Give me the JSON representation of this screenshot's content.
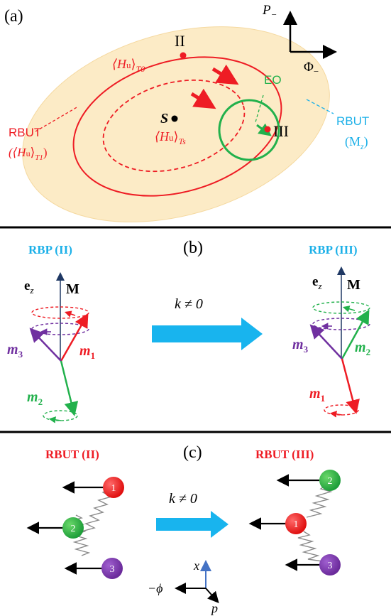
{
  "colors": {
    "ellipse_fill": "#FCEBC6",
    "red": "#EE1C24",
    "green": "#22B14C",
    "blue_label": "#1CB0E8",
    "purple": "#7030A0",
    "navy": "#1F3864",
    "arrow_cyan": "#18B4EE",
    "black": "#000000"
  },
  "panel_a": {
    "label": "(a)",
    "axis_y": "P",
    "axis_y_sub": "−",
    "axis_x": "Φ",
    "axis_x_sub": "−",
    "point_II": "II",
    "point_III": "III",
    "point_S": "S",
    "Hu_T0": "⟨H",
    "Hu_T0_u": "u",
    "Hu_T0_close": "⟩",
    "Hu_T0_sub": "T0",
    "Hu_Ts": "⟨H",
    "Hu_Ts_u": "u",
    "Hu_Ts_close": "⟩",
    "Hu_Ts_sub": "Ts",
    "EO": "EO",
    "rbut_left_line1": "RBUT",
    "rbut_left_line2a": "(⟨H",
    "rbut_left_line2u": "u",
    "rbut_left_line2b": "⟩",
    "rbut_left_line2sub": "T1",
    "rbut_left_line2c": ")",
    "rbut_right_line1": "RBUT",
    "rbut_right_line2a": "(M",
    "rbut_right_line2sub": "z",
    "rbut_right_line2c": ")"
  },
  "panel_b": {
    "label": "(b)",
    "left_title": "RBP (II)",
    "right_title": "RBP (III)",
    "ez": "e",
    "ez_sub": "z",
    "M": "M",
    "m": "m",
    "sub1": "1",
    "sub2": "2",
    "sub3": "3",
    "arrow_label": "k ≠ 0"
  },
  "panel_c": {
    "label": "(c)",
    "left_title": "RBUT (II)",
    "right_title": "RBUT (III)",
    "arrow_label": "k ≠ 0",
    "ball1": "1",
    "ball2": "2",
    "ball3": "3",
    "axis_x": "x",
    "axis_phi": "−ϕ",
    "axis_p": "p"
  }
}
